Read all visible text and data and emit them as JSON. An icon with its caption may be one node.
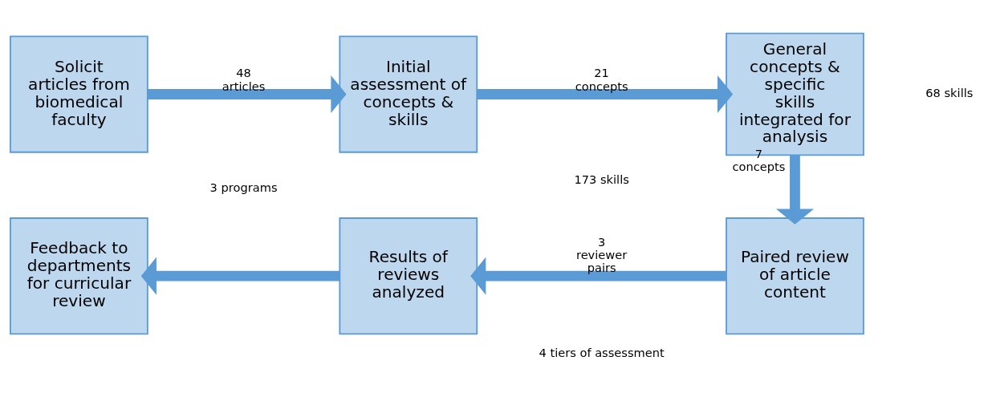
{
  "diagram": {
    "nodes": [
      {
        "text": [
          "Solicit articles from biomedical faculty"
        ]
      },
      {
        "text": [
          "Initial assessment of concepts & skills"
        ]
      },
      {
        "text": [
          "General concepts & specific skills integrated for analysis"
        ]
      },
      {
        "text": [
          "Paired review of article content"
        ]
      },
      {
        "text": [
          "Results of reviews analyzed"
        ]
      },
      {
        "text": [
          "Feedback to departments for curricular review"
        ]
      }
    ],
    "edges": [
      {
        "from": 0,
        "to": 1,
        "arrow": "to",
        "label": "48 articles"
      },
      {
        "from": 1,
        "to": 2,
        "arrow": "to",
        "label": "21 concepts"
      },
      {
        "from": 2,
        "to": 3,
        "arrow": "to",
        "label": "7 concepts"
      },
      {
        "from": 3,
        "to": 4,
        "arrow": "to",
        "label": "3 reviewer pairs"
      },
      {
        "from": 4,
        "to": 5,
        "arrow": "to"
      }
    ],
    "labels": [
      "3 programs",
      "173 skills",
      "68 skills",
      "4 tiers of assessment"
    ]
  }
}
